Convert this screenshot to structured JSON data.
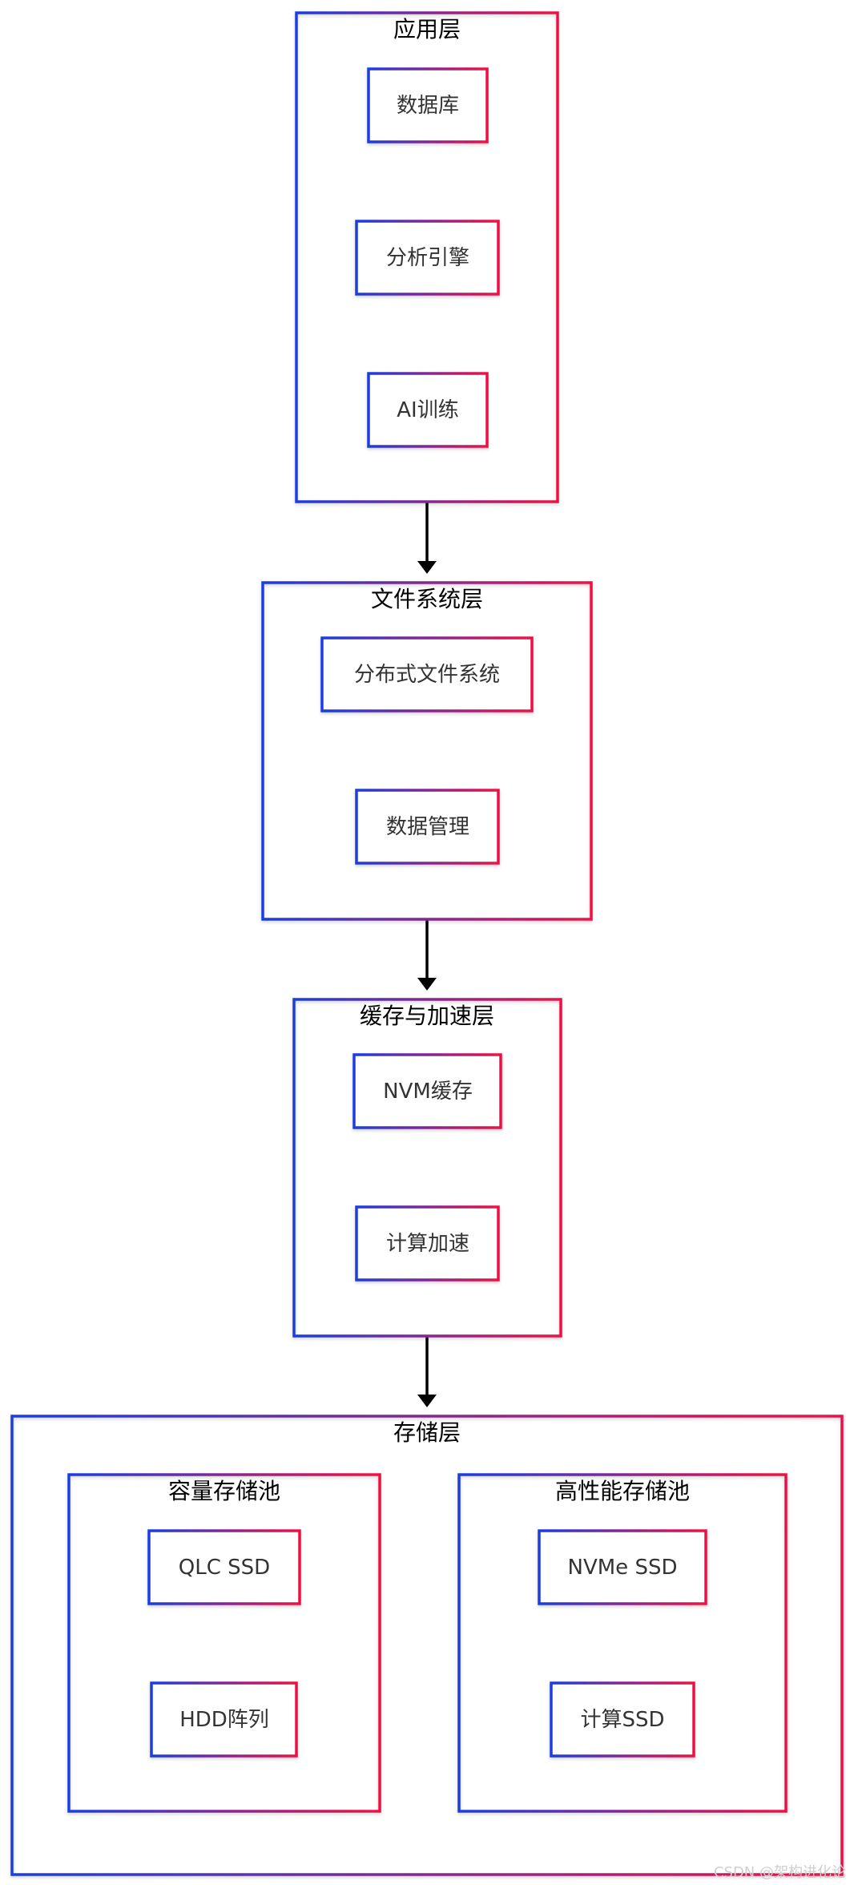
{
  "colors": {
    "border_start": "#1a3de0",
    "border_end": "#ee1144",
    "arrow": "#000000",
    "text": "#333333"
  },
  "layers": [
    {
      "title": "应用层",
      "items": [
        "数据库",
        "分析引擎",
        "AI训练"
      ]
    },
    {
      "title": "文件系统层",
      "items": [
        "分布式文件系统",
        "数据管理"
      ]
    },
    {
      "title": "缓存与加速层",
      "items": [
        "NVM缓存",
        "计算加速"
      ]
    },
    {
      "title": "存储层",
      "pools": [
        {
          "title": "容量存储池",
          "items": [
            "QLC SSD",
            "HDD阵列"
          ]
        },
        {
          "title": "高性能存储池",
          "items": [
            "NVMe SSD",
            "计算SSD"
          ]
        }
      ]
    }
  ],
  "watermark": "CSDN @架构进化论"
}
